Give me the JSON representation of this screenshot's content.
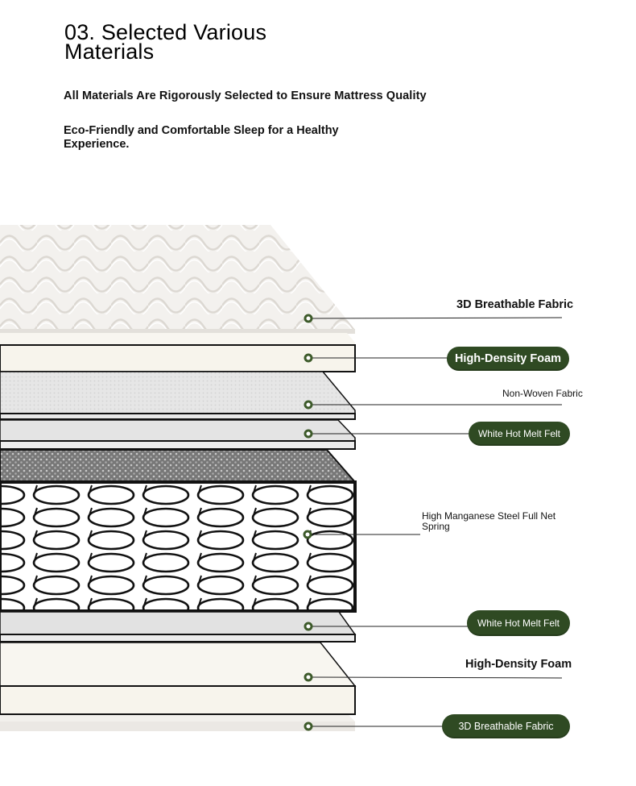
{
  "header": {
    "title": "03. Selected Various Materials",
    "subtitle": "All Materials Are Rigorously Selected to Ensure Mattress Quality",
    "description": "Eco-Friendly and Comfortable Sleep for a Healthy Experience."
  },
  "layers": [
    {
      "label": "3D Breathable Fabric",
      "style": "text"
    },
    {
      "label": "High-Density Foam",
      "style": "pill"
    },
    {
      "label": "Non-Woven Fabric",
      "style": "text"
    },
    {
      "label": "White Hot Melt Felt",
      "style": "pill"
    },
    {
      "label": "High Manganese Steel Full Net Spring",
      "style": "text"
    },
    {
      "label": "White Hot Melt Felt",
      "style": "pill"
    },
    {
      "label": "High-Density Foam",
      "style": "text"
    },
    {
      "label": "3D Breathable Fabric",
      "style": "pill"
    }
  ],
  "colors": {
    "accent_green": "#2f4a23",
    "marker_green": "#3d5a2a",
    "foam_cream": "#f7f4ec",
    "fabric_white": "#f1efec"
  }
}
